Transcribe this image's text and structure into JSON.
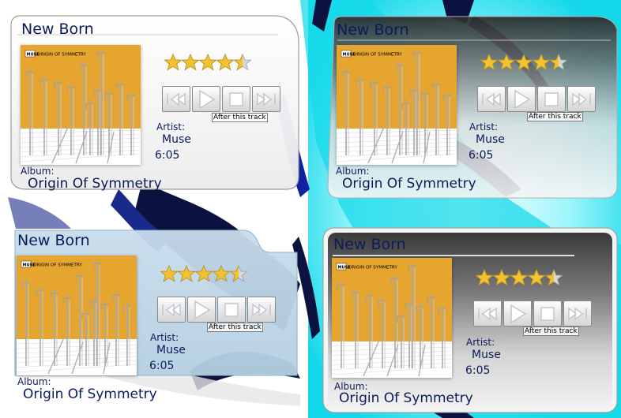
{
  "colors": {
    "text": "#0a1a5c",
    "star_fill": "#f2c230",
    "album_art_orange": "#e5a52e",
    "wallpaper_cyan": "#1fe0ef",
    "wallpaper_navy": "#0b1240"
  },
  "icons": [
    "star-icon",
    "previous-track-icon",
    "play-icon",
    "stop-icon",
    "next-track-icon"
  ],
  "album_cover": {
    "band": "MUSE",
    "title": "ORIGIN OF SYMMETRY"
  },
  "widgets": [
    {
      "title": "New Born",
      "rating": 4.5,
      "rating_max": 5,
      "after_track_label": "After this track",
      "artist_label": "Artist:",
      "artist": "Muse",
      "duration": "6:05",
      "album_label": "Album:",
      "album": "Origin Of Symmetry"
    },
    {
      "title": "New Born",
      "rating": 4.5,
      "rating_max": 5,
      "after_track_label": "After this track",
      "artist_label": "Artist:",
      "artist": "Muse",
      "duration": "6:05",
      "album_label": "Album:",
      "album": "Origin Of Symmetry"
    },
    {
      "title": "New Born",
      "rating": 4.5,
      "rating_max": 5,
      "after_track_label": "After this track",
      "artist_label": "Artist:",
      "artist": "Muse",
      "duration": "6:05",
      "album_label": "Album:",
      "album": "Origin Of Symmetry"
    },
    {
      "title": "New Born",
      "rating": 4.5,
      "rating_max": 5,
      "after_track_label": "After this track",
      "artist_label": "Artist:",
      "artist": "Muse",
      "duration": "6:05",
      "album_label": "Album:",
      "album": "Origin Of Symmetry"
    }
  ]
}
